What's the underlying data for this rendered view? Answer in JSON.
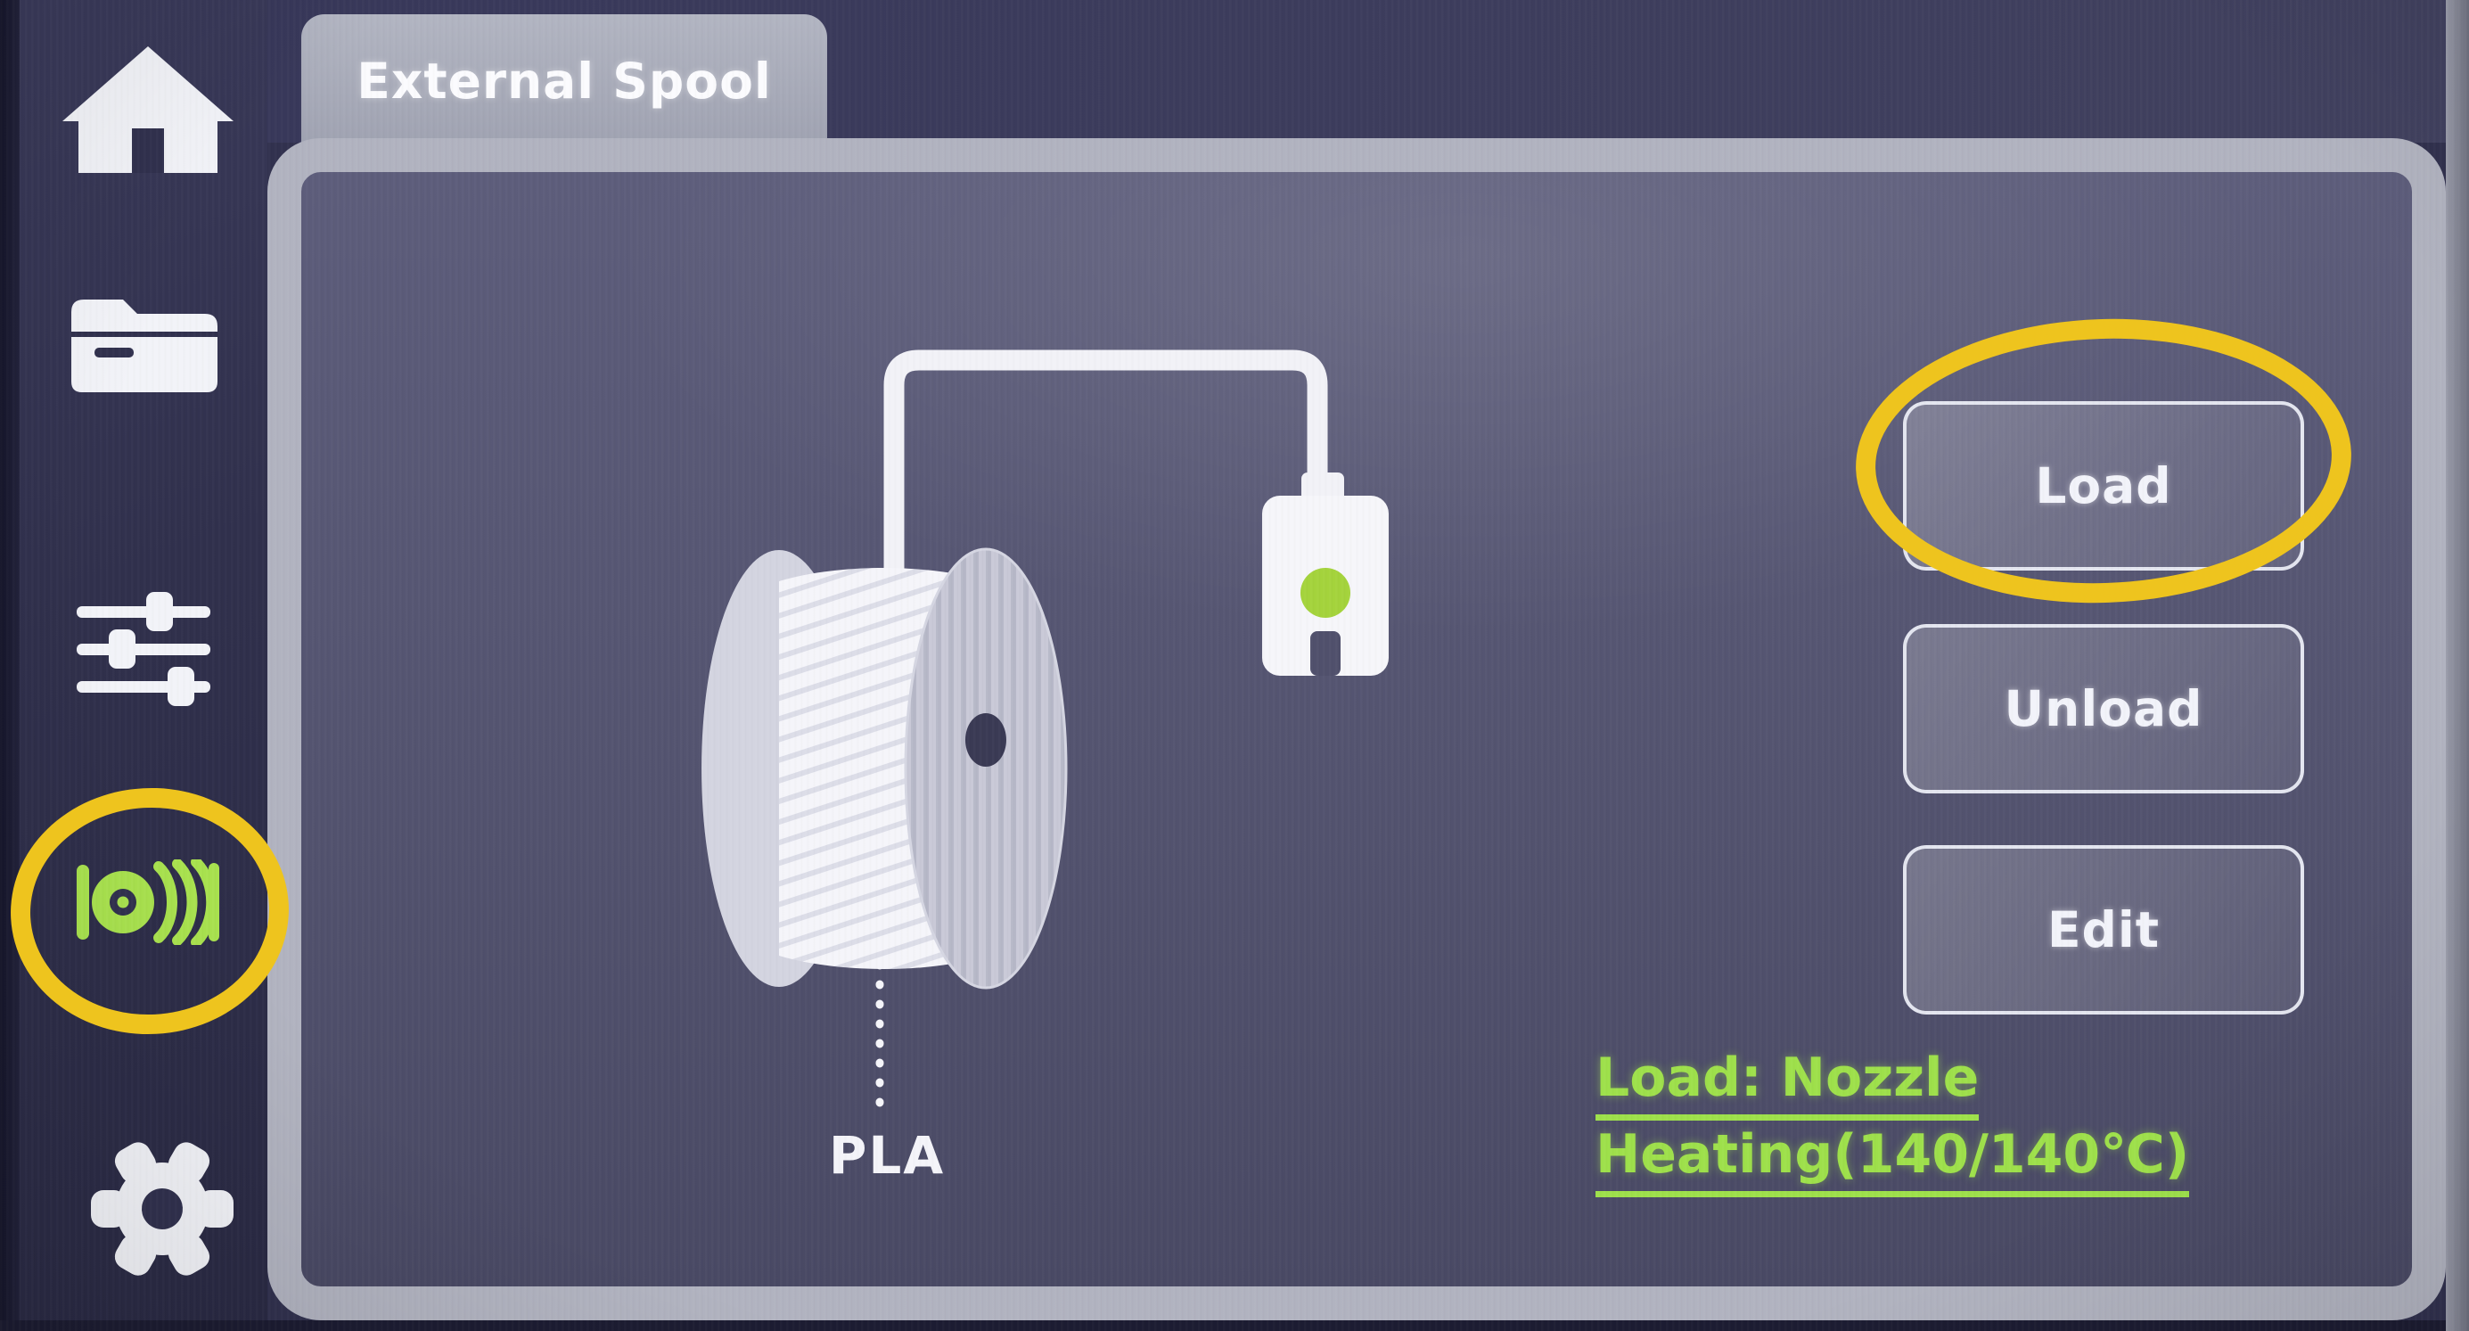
{
  "screen": {
    "device": "3d-printer-touchscreen",
    "page": "filament"
  },
  "tab": {
    "label": "External Spool"
  },
  "sidebar": {
    "items": [
      {
        "id": "home",
        "icon": "home-icon"
      },
      {
        "id": "files",
        "icon": "folder-icon"
      },
      {
        "id": "tune",
        "icon": "sliders-icon"
      },
      {
        "id": "filament",
        "icon": "filament-spool-icon",
        "active": true,
        "accent_color": "#a8e14e"
      },
      {
        "id": "settings",
        "icon": "gear-icon"
      }
    ]
  },
  "diagram": {
    "material_label": "PLA",
    "elements": [
      "filament-spool",
      "filament-tube",
      "extruder"
    ],
    "extruder_indicator_color": "#a4d33c"
  },
  "actions": [
    {
      "label": "Load",
      "highlighted": true
    },
    {
      "label": "Unload",
      "highlighted": false
    },
    {
      "label": "Edit",
      "highlighted": false
    }
  ],
  "status": {
    "line1": "Load: Nozzle",
    "line2": "Heating(140/140℃)",
    "action": "Load",
    "target": "Nozzle",
    "state": "Heating",
    "current_temp": "140",
    "target_temp": "140",
    "unit": "℃",
    "color": "#9ee04b"
  },
  "annotations": {
    "color": "#eec41e",
    "highlights": [
      "filament-nav-item",
      "load-button"
    ]
  },
  "colors": {
    "sidebar_bg": "#30304c",
    "header_bg": "#3c3c5c",
    "panel_bg": "#53536f",
    "panel_border": "#b1b3c0",
    "tab_bg": "#a6a9b7",
    "button_border": "#eef0f8",
    "accent_green": "#a8e14e",
    "status_green": "#9ee04b",
    "highlight_yellow": "#eec41e",
    "icon_white": "#f2f3f8"
  }
}
